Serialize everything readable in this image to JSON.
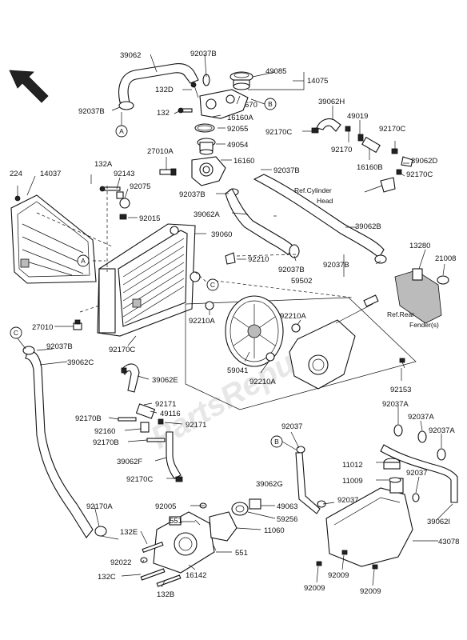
{
  "watermark": "PartsRepublik",
  "callouts": {
    "A_top": "A",
    "A_radiator": "A",
    "B_cap": "B",
    "B_tank": "B",
    "C_radiator": "C",
    "C_hose": "C"
  },
  "refs": {
    "cylinder_head_1": "Ref.Cylinder",
    "cylinder_head_2": "Head",
    "rear_fender_1": "Ref.Rear",
    "rear_fender_2": "Fender(s)"
  },
  "labels": {
    "l39062": "39062",
    "l92037B_a": "92037B",
    "l49085": "49085",
    "l14075": "14075",
    "l92037B_b": "92037B",
    "l132D": "132D",
    "l670": "670",
    "l132": "132",
    "l16160A": "16160A",
    "l92055": "92055",
    "l49054": "49054",
    "l39062H": "39062H",
    "l49019": "49019",
    "l92170C_a": "92170C",
    "l92170C_b": "92170C",
    "l92170": "92170",
    "l16160B": "16160B",
    "l39062D": "39062D",
    "l92170C_c": "92170C",
    "l27010A": "27010A",
    "l16160": "16160",
    "l92037B_c": "92037B",
    "l224": "224",
    "l14037": "14037",
    "l132A": "132A",
    "l92143": "92143",
    "l92075": "92075",
    "l92037B_d": "92037B",
    "l39062A": "39062A",
    "l92015": "92015",
    "l39062B": "39062B",
    "l39060": "39060",
    "l13280": "13280",
    "l21008": "21008",
    "l92210": "92210",
    "l92037B_e": "92037B",
    "l92037B_f": "92037B",
    "l59502": "59502",
    "l27010": "27010",
    "l92210A_a": "92210A",
    "l92210A_b": "92210A",
    "l92170C_d": "92170C",
    "l92037B_g": "92037B",
    "l39062C": "39062C",
    "l59041": "59041",
    "l92210A_c": "92210A",
    "l92153": "92153",
    "l39062E": "39062E",
    "l92171_a": "92171",
    "l49116": "49116",
    "l92170B_a": "92170B",
    "l92171_b": "92171",
    "l92160": "92160",
    "l92170B_b": "92170B",
    "l92037A_a": "92037A",
    "l92037A_b": "92037A",
    "l92037": "92037",
    "l92037A_c": "92037A",
    "l39062F": "39062F",
    "l11012": "11012",
    "l92170C_e": "92170C",
    "l11009": "11009",
    "l92037_b": "92037",
    "l39062G": "39062G",
    "l92037_c": "92037",
    "l92170A": "92170A",
    "l92005": "92005",
    "l49063": "49063",
    "l59256": "59256",
    "l551_a": "551",
    "l11060": "11060",
    "l39062I": "39062I",
    "l132E": "132E",
    "l43078": "43078",
    "l551_b": "551",
    "l92022": "92022",
    "l92009_a": "92009",
    "l92009_b": "92009",
    "l16142": "16142",
    "l132C": "132C",
    "l132B": "132B",
    "l92009_c": "92009"
  }
}
